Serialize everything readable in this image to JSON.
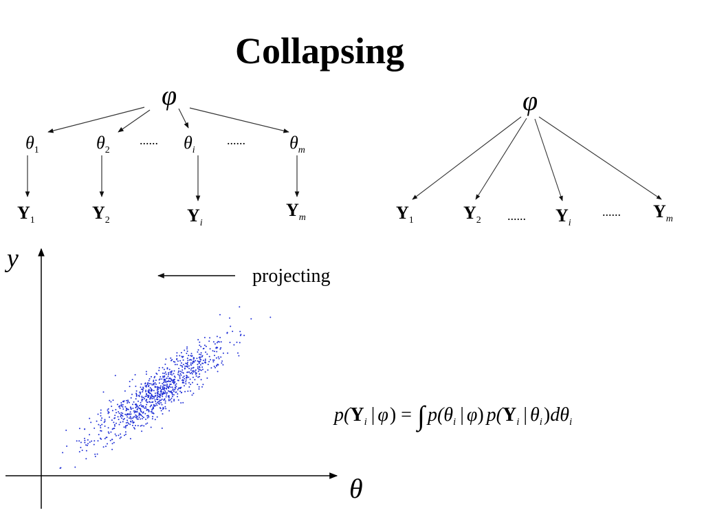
{
  "title": "Collapsing",
  "left_graph": {
    "root": "φ",
    "params": [
      {
        "sym": "θ",
        "sub": "1"
      },
      {
        "sym": "θ",
        "sub": "2"
      },
      {
        "sym": "θ",
        "sub": "i"
      },
      {
        "sym": "θ",
        "sub": "m"
      }
    ],
    "observations": [
      {
        "sym": "Y",
        "sub": "1"
      },
      {
        "sym": "Y",
        "sub": "2"
      },
      {
        "sym": "Y",
        "sub": "i"
      },
      {
        "sym": "Y",
        "sub": "m"
      }
    ],
    "dots_1": "......",
    "dots_2": "......"
  },
  "right_graph": {
    "root": "φ",
    "observations": [
      {
        "sym": "Y",
        "sub": "1"
      },
      {
        "sym": "Y",
        "sub": "2"
      },
      {
        "sym": "Y",
        "sub": "i"
      },
      {
        "sym": "Y",
        "sub": "m"
      }
    ],
    "dots_1": "......",
    "dots_2": "......"
  },
  "plot": {
    "y_axis_label": "y",
    "x_axis_label": "θ",
    "arrow_label": "projecting",
    "point_color": "#1f2fd6"
  },
  "formula": {
    "p1": "p(",
    "Y": "Y",
    "i": "i",
    "bar": "|",
    "phi": "φ",
    "eq": ") =",
    "integral": "∫",
    "p2": "p(",
    "theta": "θ",
    "close": ")",
    "p3": "p(",
    "d": "d",
    "close2": ")"
  }
}
